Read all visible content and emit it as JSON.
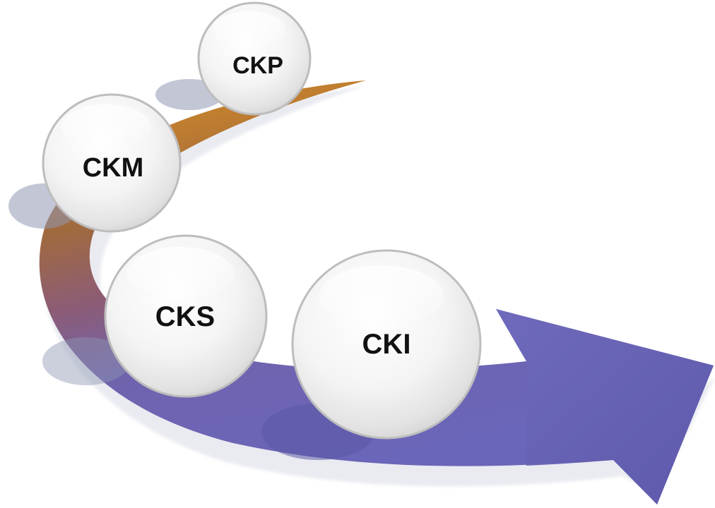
{
  "diagram": {
    "stages": [
      {
        "label": "CKP"
      },
      {
        "label": "CKM"
      },
      {
        "label": "CKS"
      },
      {
        "label": "CKI"
      }
    ],
    "colors": {
      "arrow_orange": "#b8742a",
      "arrow_mauve": "#8a5a78",
      "arrow_purple": "#6a66b8",
      "shadow": "#8f97b3",
      "ball_fill": "#f1f1f1",
      "ball_rim": "#b9b9b9",
      "label": "#111111"
    }
  }
}
